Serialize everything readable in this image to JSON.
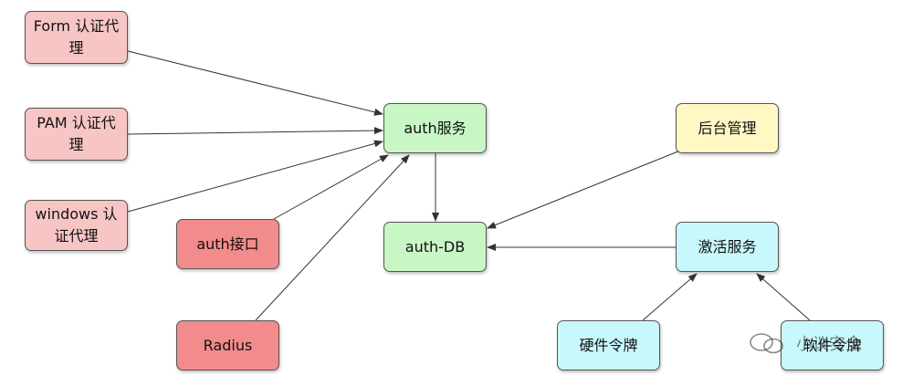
{
  "diagram": {
    "nodes": [
      {
        "id": "form_proxy",
        "label": "Form 认证代理",
        "lines": [
          "Form 认证代",
          "理"
        ],
        "fill": "#f8c5c5"
      },
      {
        "id": "pam_proxy",
        "label": "PAM 认证代理",
        "lines": [
          "PAM 认证代",
          "理"
        ],
        "fill": "#f8c5c5"
      },
      {
        "id": "windows_proxy",
        "label": "windows 认证代理",
        "lines": [
          "windows 认",
          "证代理"
        ],
        "fill": "#f8c5c5"
      },
      {
        "id": "auth_api",
        "label": "auth接口",
        "lines": [
          "auth接口"
        ],
        "fill": "#f28b8b"
      },
      {
        "id": "radius",
        "label": "Radius",
        "lines": [
          "Radius"
        ],
        "fill": "#f28b8b"
      },
      {
        "id": "auth_service",
        "label": "auth服务",
        "lines": [
          "auth服务"
        ],
        "fill": "#c8f7c5"
      },
      {
        "id": "auth_db",
        "label": "auth-DB",
        "lines": [
          "auth-DB"
        ],
        "fill": "#c8f7c5"
      },
      {
        "id": "admin",
        "label": "后台管理",
        "lines": [
          "后台管理"
        ],
        "fill": "#fff8c5"
      },
      {
        "id": "activation",
        "label": "激活服务",
        "lines": [
          "激活服务"
        ],
        "fill": "#c8f8fb"
      },
      {
        "id": "hw_token",
        "label": "硬件令牌",
        "lines": [
          "硬件令牌"
        ],
        "fill": "#c8f8fb"
      },
      {
        "id": "sw_token",
        "label": "软件令牌",
        "lines": [
          "软件令牌"
        ],
        "fill": "#c8f8fb"
      }
    ],
    "edges": [
      {
        "from": "form_proxy",
        "to": "auth_service"
      },
      {
        "from": "pam_proxy",
        "to": "auth_service"
      },
      {
        "from": "windows_proxy",
        "to": "auth_service"
      },
      {
        "from": "auth_api",
        "to": "auth_service"
      },
      {
        "from": "radius",
        "to": "auth_service"
      },
      {
        "from": "auth_service",
        "to": "auth_db"
      },
      {
        "from": "admin",
        "to": "auth_db"
      },
      {
        "from": "activation",
        "to": "auth_db"
      },
      {
        "from": "hw_token",
        "to": "activation"
      },
      {
        "from": "sw_token",
        "to": "activation"
      }
    ]
  },
  "watermark": {
    "text": "小议安全",
    "icon": "wechat-icon"
  },
  "colors": {
    "border": "#555555",
    "arrow": "#333333"
  }
}
